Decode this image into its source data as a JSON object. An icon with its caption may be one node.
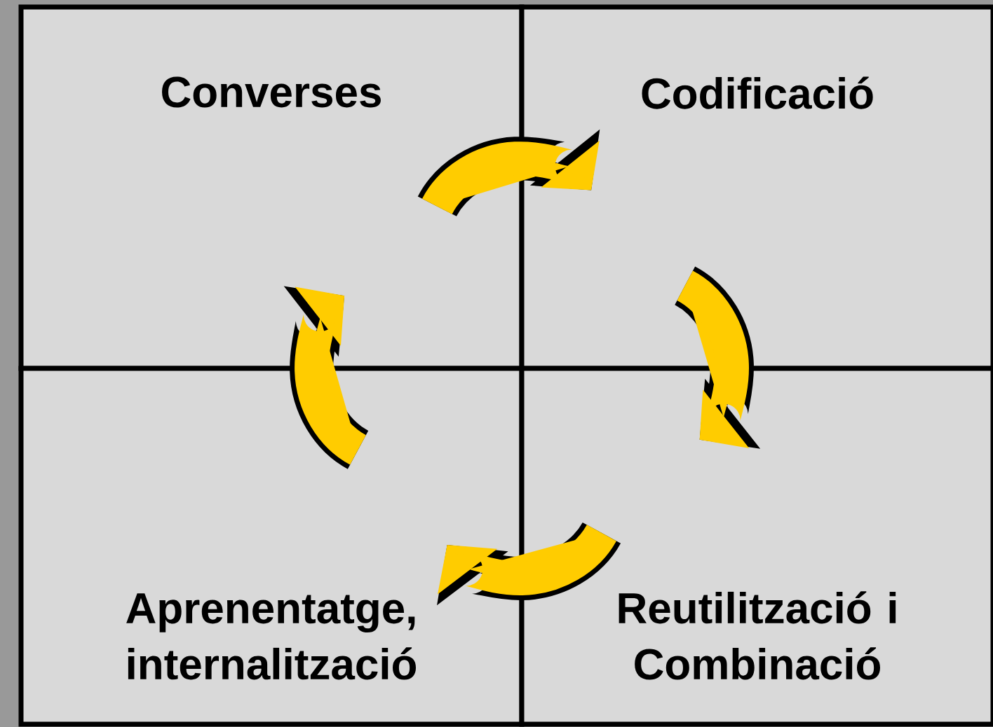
{
  "diagram": {
    "nodes": [
      {
        "text": [
          "Converses"
        ]
      },
      {
        "text": [
          "Codificació"
        ]
      },
      {
        "text": [
          "Aprenentatge, internalització"
        ]
      },
      {
        "text": [
          "Reutilització i Combinació"
        ]
      }
    ],
    "edges": [
      {
        "from": 0,
        "to": 1,
        "arrow": "to"
      },
      {
        "from": 1,
        "to": 3,
        "arrow": "to"
      },
      {
        "from": 3,
        "to": 2,
        "arrow": "to"
      },
      {
        "from": 2,
        "to": 0,
        "arrow": "to"
      }
    ]
  }
}
